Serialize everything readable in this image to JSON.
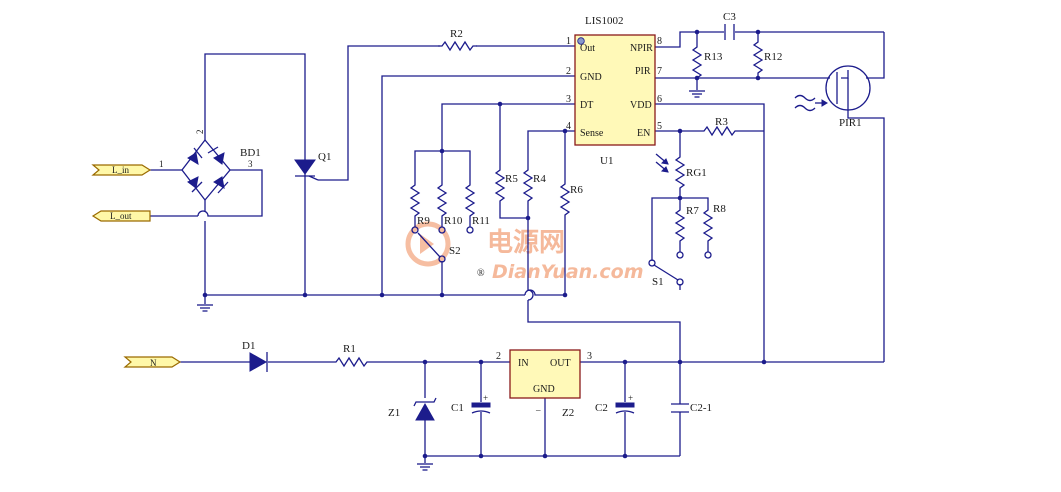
{
  "ports": {
    "l_in": "L_in",
    "l_out": "L_out",
    "n": "N"
  },
  "designators": {
    "bd1": "BD1",
    "q1": "Q1",
    "r2": "R2",
    "u1": "U1",
    "u1_part": "LIS1002",
    "c3": "C3",
    "r13": "R13",
    "r12": "R12",
    "pir1": "PIR1",
    "r3": "R3",
    "rg1": "RG1",
    "r7": "R7",
    "r8": "R8",
    "s1": "S1",
    "r5": "R5",
    "r4": "R4",
    "r6": "R6",
    "r9": "R9",
    "r10": "R10",
    "r11": "R11",
    "s2": "S2",
    "d1": "D1",
    "r1": "R1",
    "z1": "Z1",
    "c1": "C1",
    "z2": "Z2",
    "c2": "C2",
    "c2_1": "C2-1"
  },
  "u1_pins": [
    {
      "num": "1",
      "name": "Out"
    },
    {
      "num": "2",
      "name": "GND"
    },
    {
      "num": "3",
      "name": "DT"
    },
    {
      "num": "4",
      "name": "Sense"
    },
    {
      "num": "8",
      "name": "NPIR"
    },
    {
      "num": "7",
      "name": "PIR"
    },
    {
      "num": "6",
      "name": "VDD"
    },
    {
      "num": "5",
      "name": "EN"
    }
  ],
  "bd1_pins": {
    "p1": "1",
    "p2": "2",
    "p3": "3"
  },
  "z2_pins": {
    "in": "IN",
    "out": "OUT",
    "gnd": "GND",
    "p_in": "2",
    "p_out": "3"
  },
  "polarity": {
    "c1": "+",
    "c2": "+",
    "z2_minus": "–"
  },
  "watermark": {
    "cn": "电源网",
    "en": "DianYuan.com",
    "reg": "®"
  },
  "colors": {
    "wire": "#1c1c8c",
    "ic_fill": "#fff9b8",
    "port_fill": "#fff8a8",
    "watermark": "#f2a27a"
  }
}
